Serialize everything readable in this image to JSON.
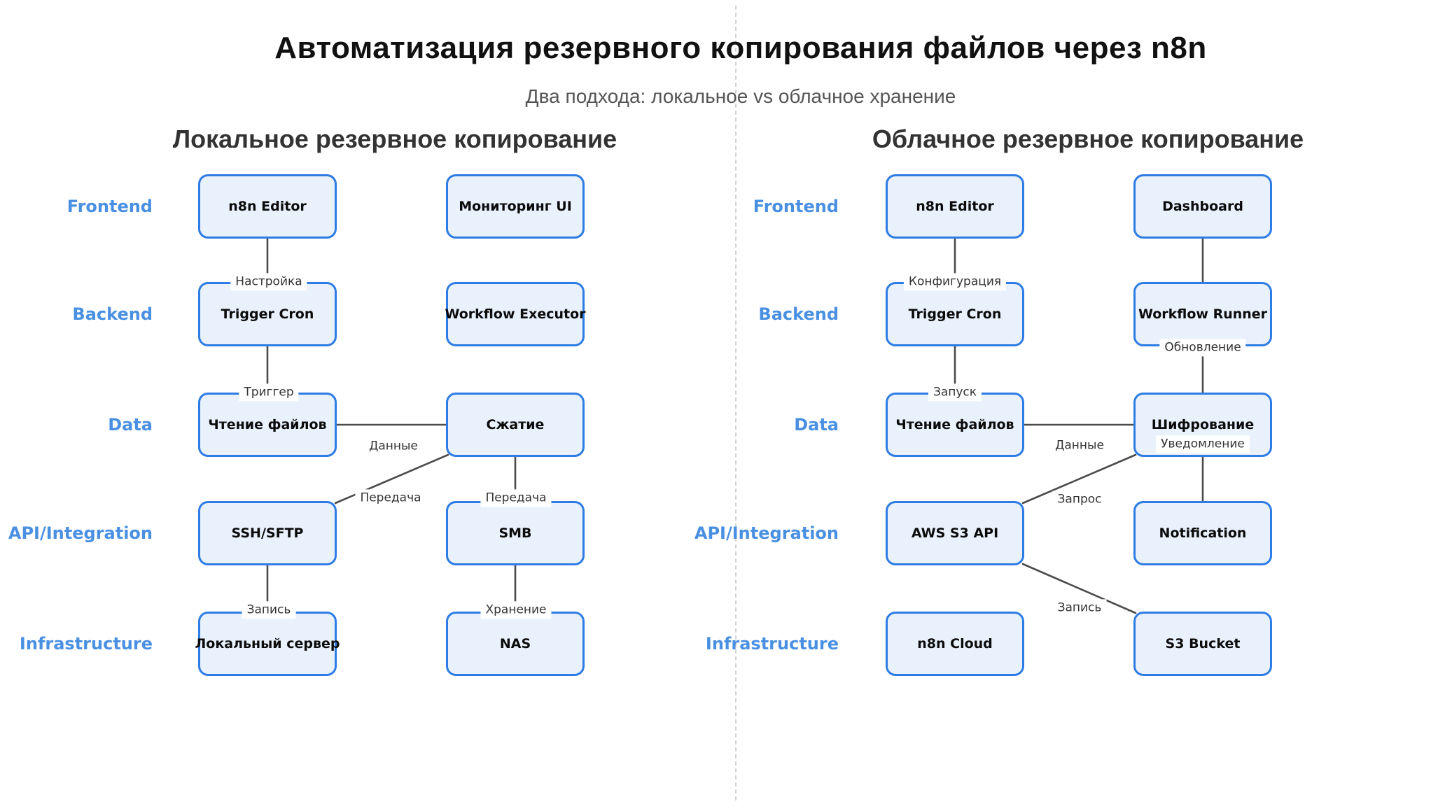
{
  "page": {
    "title": "Автоматизация резервного копирования файлов через n8n",
    "subtitle": "Два подхода: локальное vs облачное хранение"
  },
  "colors": {
    "node_fill": "#e8f1fc",
    "node_border": "#2e7ce4",
    "row_label": "#4a90e2",
    "edge_line": "#4b4b4b",
    "divider": "#d4d4d4",
    "title_text": "#111111",
    "subtitle_text": "#555555",
    "section_title_text": "#333333",
    "edge_label_text": "#333333"
  },
  "layers": [
    "Frontend",
    "Backend",
    "Data",
    "API/Integration",
    "Infrastructure"
  ],
  "sections": [
    {
      "id": "local",
      "title": "Локальное резервное копирование",
      "rows": [
        "Frontend",
        "Backend",
        "Data",
        "API/Integration",
        "Infrastructure"
      ],
      "nodes": [
        {
          "label": "n8n Editor",
          "layer": "Frontend"
        },
        {
          "label": "Мониторинг UI",
          "layer": "Frontend"
        },
        {
          "label": "Trigger Cron",
          "layer": "Backend"
        },
        {
          "label": "Workflow Executor",
          "layer": "Backend"
        },
        {
          "label": "Чтение файлов",
          "layer": "Data"
        },
        {
          "label": "Сжатие",
          "layer": "Data"
        },
        {
          "label": "SSH/SFTP",
          "layer": "API/Integration"
        },
        {
          "label": "SMB",
          "layer": "API/Integration"
        },
        {
          "label": "Локальный сервер",
          "layer": "Infrastructure"
        },
        {
          "label": "NAS",
          "layer": "Infrastructure"
        }
      ],
      "edges": [
        {
          "from": "n8n Editor",
          "to": "Trigger Cron",
          "label": "Настройка"
        },
        {
          "from": "Trigger Cron",
          "to": "Чтение файлов",
          "label": "Триггер"
        },
        {
          "from": "Чтение файлов",
          "to": "Сжатие",
          "label": "Данные"
        },
        {
          "from": "Сжатие",
          "to": "SSH/SFTP",
          "label": "Передача"
        },
        {
          "from": "Сжатие",
          "to": "SMB",
          "label": "Передача"
        },
        {
          "from": "SSH/SFTP",
          "to": "Локальный сервер",
          "label": "Запись"
        },
        {
          "from": "SMB",
          "to": "NAS",
          "label": "Хранение"
        }
      ]
    },
    {
      "id": "cloud",
      "title": "Облачное резервное копирование",
      "rows": [
        "Frontend",
        "Backend",
        "Data",
        "API/Integration",
        "Infrastructure"
      ],
      "nodes": [
        {
          "label": "n8n Editor",
          "layer": "Frontend"
        },
        {
          "label": "Dashboard",
          "layer": "Frontend"
        },
        {
          "label": "Trigger Cron",
          "layer": "Backend"
        },
        {
          "label": "Workflow Runner",
          "layer": "Backend"
        },
        {
          "label": "Чтение файлов",
          "layer": "Data"
        },
        {
          "label": "Шифрование",
          "layer": "Data"
        },
        {
          "label": "AWS S3 API",
          "layer": "API/Integration"
        },
        {
          "label": "Notification",
          "layer": "API/Integration"
        },
        {
          "label": "n8n Cloud",
          "layer": "Infrastructure"
        },
        {
          "label": "S3 Bucket",
          "layer": "Infrastructure"
        }
      ],
      "edges": [
        {
          "from": "n8n Editor",
          "to": "Trigger Cron",
          "label": "Конфигурация"
        },
        {
          "from": "Dashboard",
          "to": "Workflow Runner",
          "label": ""
        },
        {
          "from": "Trigger Cron",
          "to": "Чтение файлов",
          "label": "Запуск"
        },
        {
          "from": "Workflow Runner",
          "to": "Шифрование",
          "label": "Обновление"
        },
        {
          "from": "Чтение файлов",
          "to": "Шифрование",
          "label": "Данные"
        },
        {
          "from": "Шифрование",
          "to": "Notification",
          "label": "Уведомление"
        },
        {
          "from": "Шифрование",
          "to": "AWS S3 API",
          "label": "Запрос"
        },
        {
          "from": "AWS S3 API",
          "to": "S3 Bucket",
          "label": "Запись"
        }
      ]
    }
  ]
}
